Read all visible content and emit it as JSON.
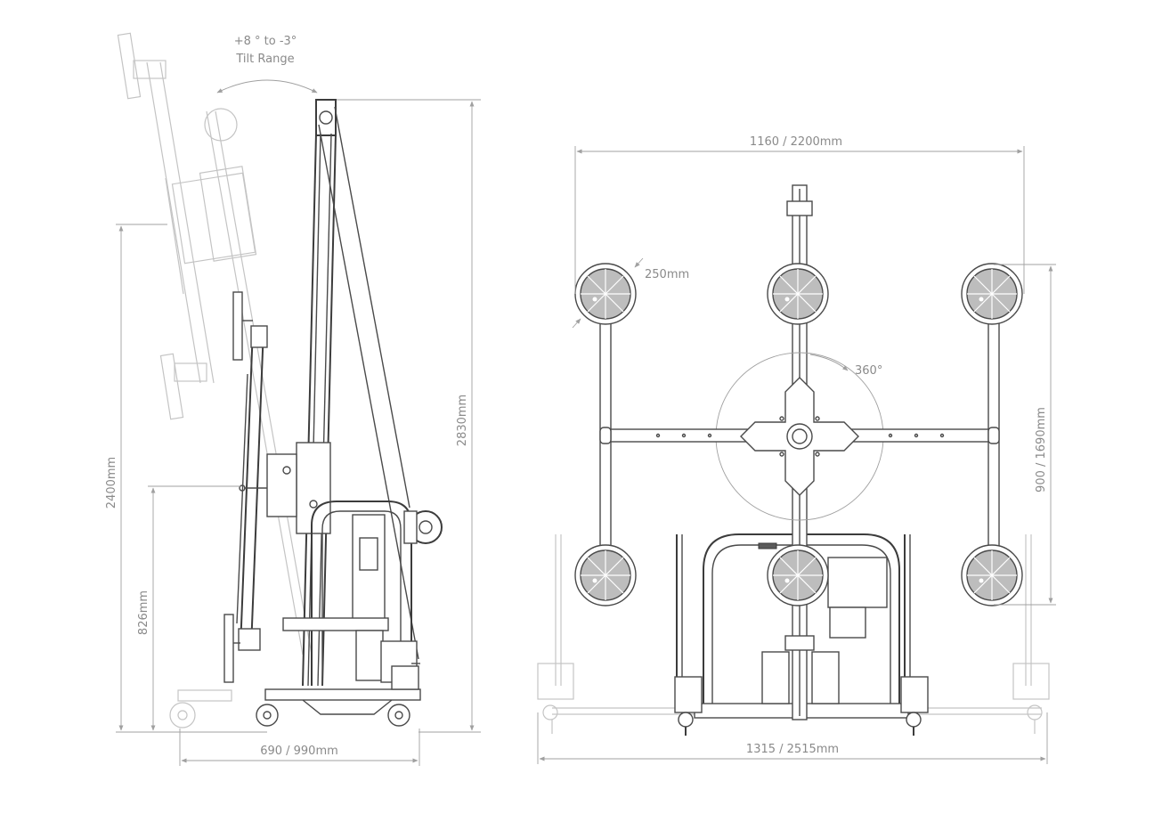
{
  "side_view": {
    "tilt_range_value": "+8 ° to -3°",
    "tilt_range_label": "Tilt Range",
    "overall_height": "2830mm",
    "reach_height": "2400mm",
    "low_height": "826mm",
    "base_depth": "690 / 990mm"
  },
  "front_view": {
    "span_top": "1160 / 2200mm",
    "cup_diameter": "250mm",
    "rotation": "360°",
    "span_vertical": "900 / 1690mm",
    "base_width": "1315 / 2515mm"
  },
  "colors": {
    "line": "#4a4a4a",
    "ghost": "#c4c4c4",
    "dimension": "#a0a0a0",
    "cup_fill": "#bdbdbd"
  }
}
